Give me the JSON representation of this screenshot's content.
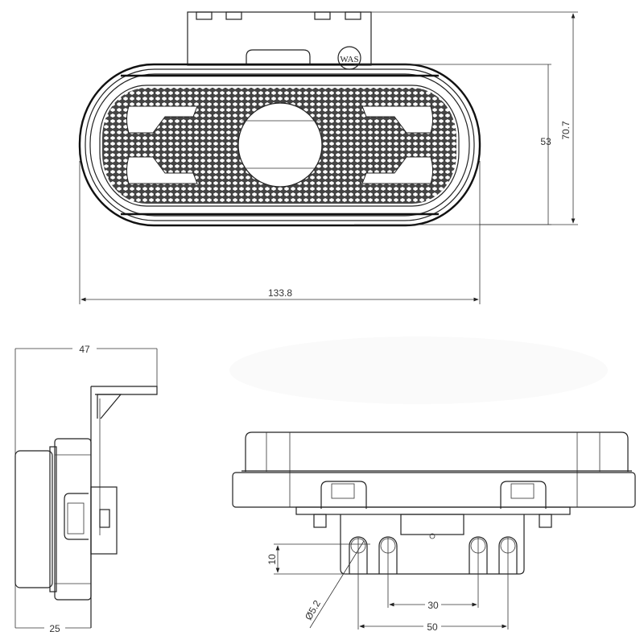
{
  "drawing": {
    "type": "technical-drawing",
    "subject": "lamp with mounting bracket",
    "logo_text": "WAS",
    "views": {
      "front": {
        "dimensions": {
          "width": "133.8",
          "lens_height": "53",
          "total_height": "70.7"
        }
      },
      "side": {
        "dimensions": {
          "total_depth": "47",
          "lamp_depth": "25"
        }
      },
      "bottom": {
        "dimensions": {
          "slot_depth": "10",
          "hole_diameter": "Ø5.2",
          "inner_spacing": "30",
          "outer_spacing": "50"
        }
      }
    }
  }
}
